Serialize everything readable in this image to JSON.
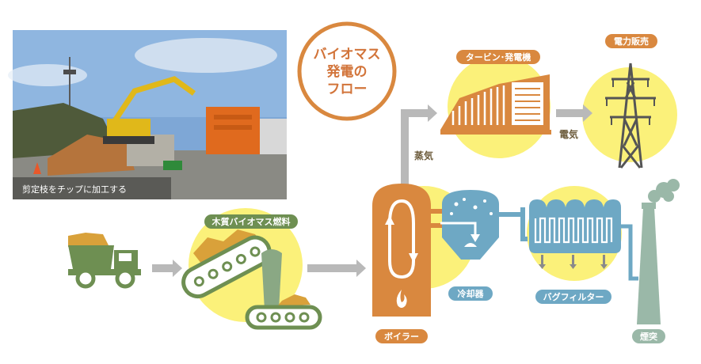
{
  "title_lines": [
    "バイオマス",
    "発電の",
    "フロー"
  ],
  "photo_caption": "剪定枝をチップに加工する",
  "labels": {
    "fuel": "木質バイオマス燃料",
    "turbine": "タービン･発電機",
    "power_sales": "電力販売",
    "electricity": "電気",
    "steam": "蒸気",
    "cooler": "冷却器",
    "bag_filter": "バグフィルター",
    "boiler": "ボイラー",
    "chimney": "煙突"
  },
  "colors": {
    "orange": "#d9883f",
    "green": "#6e8f52",
    "blue": "#6ea8c4",
    "yellow": "#fbf17a",
    "arrow": "#b9b9b9",
    "chimney": "#9ab8a8"
  }
}
